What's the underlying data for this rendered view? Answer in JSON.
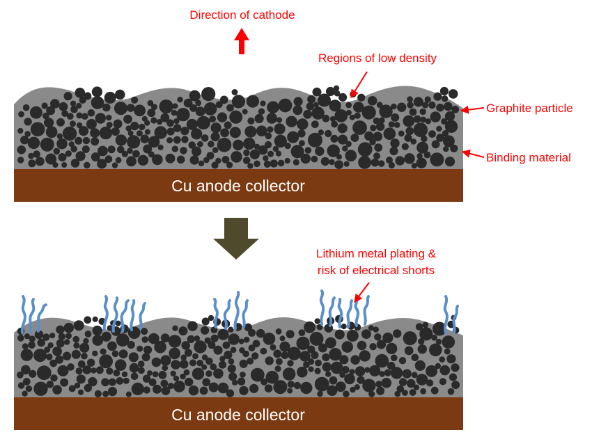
{
  "labels": {
    "direction": "Direction of cathode",
    "low_density": "Regions of low density",
    "graphite": "Graphite particle",
    "binding": "Binding material",
    "plating_line1": "Lithium metal plating &",
    "plating_line2": "risk of electrical shorts"
  },
  "panels": {
    "top": {
      "collector_label": "Cu anode collector"
    },
    "bottom": {
      "collector_label": "Cu anode collector"
    }
  },
  "colors": {
    "annotation": "#ff0000",
    "binder": "#8a8a8a",
    "particle": "#2a2a2a",
    "collector": "#7b3a12",
    "transition_arrow": "#4f4a2c",
    "dendrite": "#5b8fc9"
  }
}
